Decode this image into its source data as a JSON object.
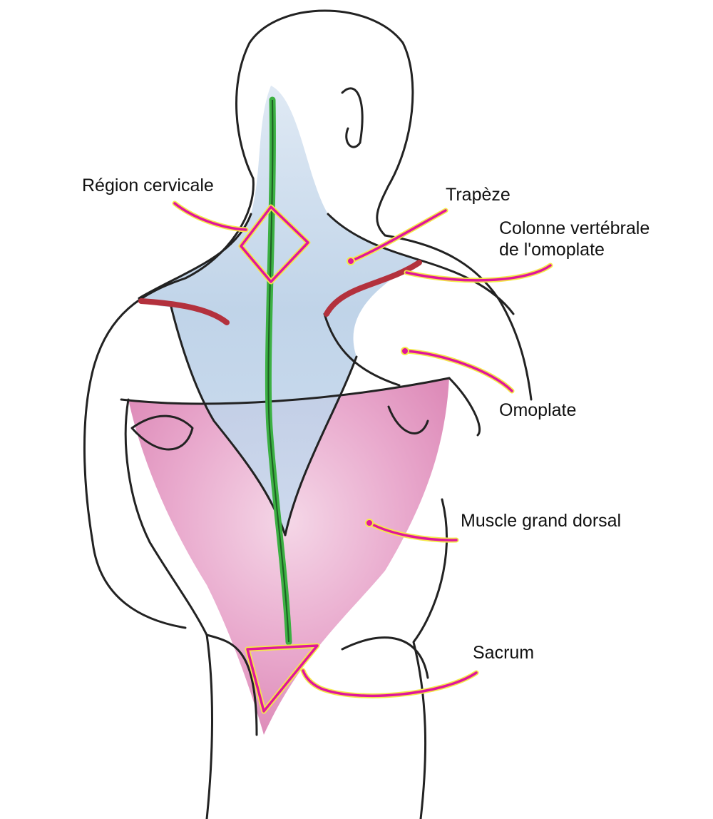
{
  "labels": {
    "cervical": "Région cervicale",
    "trapezius": "Trapèze",
    "scapular_spine_line1": "Colonne vertébrale",
    "scapular_spine_line2": "de l'omoplate",
    "scapula": "Omoplate",
    "latissimus": "Muscle grand dorsal",
    "sacrum": "Sacrum"
  },
  "colors": {
    "trapezius": "#b9cfe6",
    "latissimus": "#e59ac4",
    "spine": "#3cb043",
    "scapular_spine": "#b3313d",
    "leader": "#e0169a",
    "leader_glow": "#f4e94a"
  }
}
